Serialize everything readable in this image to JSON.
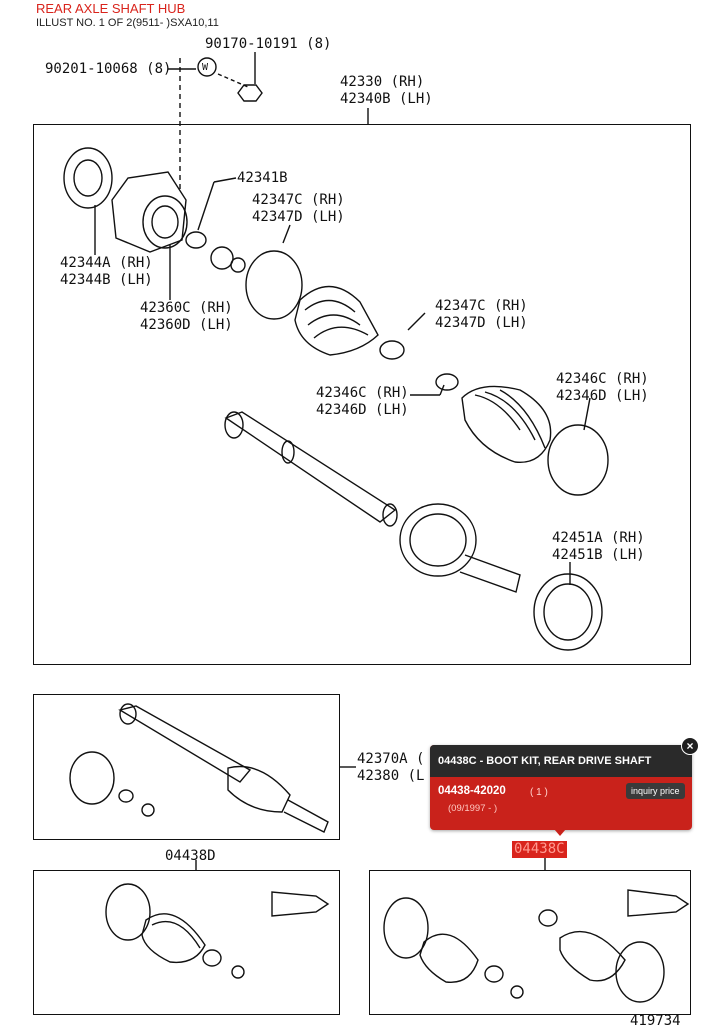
{
  "header": {
    "title": "REAR AXLE SHAFT HUB",
    "subtitle": "ILLUST NO. 1 OF 2(9511- )SXA10,11"
  },
  "callouts": {
    "c_90170": "90170-10191 (8)",
    "c_90201": "90201-10068 (8)",
    "c_w": "W",
    "c_42330": "42330 (RH)",
    "c_42340": "42340B (LH)",
    "c_42341": "42341B",
    "c_42347c_a": "42347C (RH)",
    "c_42347d_a": "42347D (LH)",
    "c_42344a": "42344A (RH)",
    "c_42344b": "42344B (LH)",
    "c_42360c": "42360C (RH)",
    "c_42360d": "42360D (LH)",
    "c_42347c_b": "42347C (RH)",
    "c_42347d_b": "42347D (LH)",
    "c_42346c_a": "42346C (RH)",
    "c_42346d_a": "42346D (LH)",
    "c_42346c_b": "42346C (RH)",
    "c_42346d_b": "42346D (LH)",
    "c_42451a": "42451A (RH)",
    "c_42451b": "42451B (LH)",
    "c_42370a": "42370A (",
    "c_42380": "42380 (L",
    "c_04438d": "04438D",
    "c_04438c": "04438C",
    "c_footer": "419734"
  },
  "popup": {
    "heading": "04438C - BOOT KIT, REAR DRIVE SHAFT",
    "part_number": "04438-42020",
    "quantity": "( 1 )",
    "date_range": "(09/1997 - )",
    "button_label": "inquiry price",
    "close_icon": "close-icon",
    "color": "#c9221b"
  }
}
